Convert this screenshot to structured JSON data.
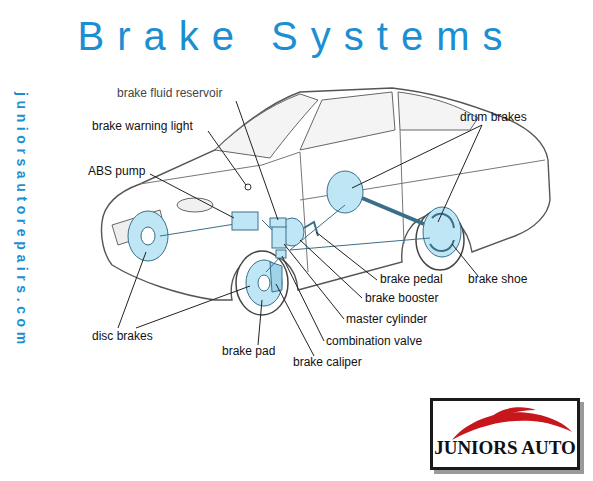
{
  "diagram": {
    "title": "Brake Systems",
    "nodes": [
      {
        "text": [
          "JUNIORS AUTO"
        ]
      }
    ],
    "labels": [
      "brake fluid reservoir",
      "brake warning light",
      "drum brakes",
      "ABS pump",
      "brake pedal",
      "brake shoe",
      "brake booster",
      "master cylinder",
      "combination valve",
      "disc brakes",
      "brake pad",
      "brake caliper",
      "juniorsautorepairs.com"
    ]
  }
}
